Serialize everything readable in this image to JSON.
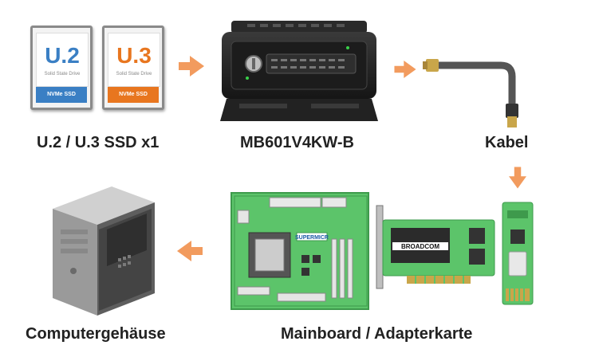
{
  "ssd_u2": {
    "big": "U.2",
    "small": "Solid State Drive",
    "band": "NVMe SSD",
    "color": "#3a7fc4"
  },
  "ssd_u3": {
    "big": "U.3",
    "small": "Solid State Drive",
    "band": "NVMe SSD",
    "color": "#e8761f"
  },
  "labels": {
    "ssd": "U.2 / U.3 SSD x1",
    "enclosure": "MB601V4KW-B",
    "cable": "Kabel",
    "computer": "Computergehäuse",
    "board": "Mainboard / Adapterkarte"
  },
  "board_brand": "SUPERMICR",
  "card_brand": "BROADCOM",
  "colors": {
    "arrow": "#f29b5e",
    "pcb": "#5cc46a",
    "pcb_dark": "#3e9a4c"
  }
}
